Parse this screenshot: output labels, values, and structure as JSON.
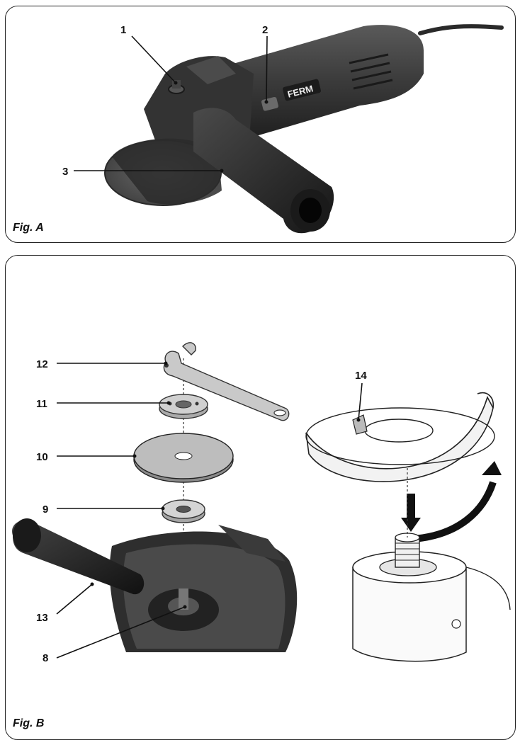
{
  "figure_a": {
    "label": "Fig. A",
    "brand": "FERM",
    "callouts": [
      "1",
      "2",
      "3"
    ]
  },
  "figure_b": {
    "label": "Fig. B",
    "callouts": [
      "12",
      "11",
      "10",
      "9",
      "13",
      "8",
      "14"
    ]
  }
}
